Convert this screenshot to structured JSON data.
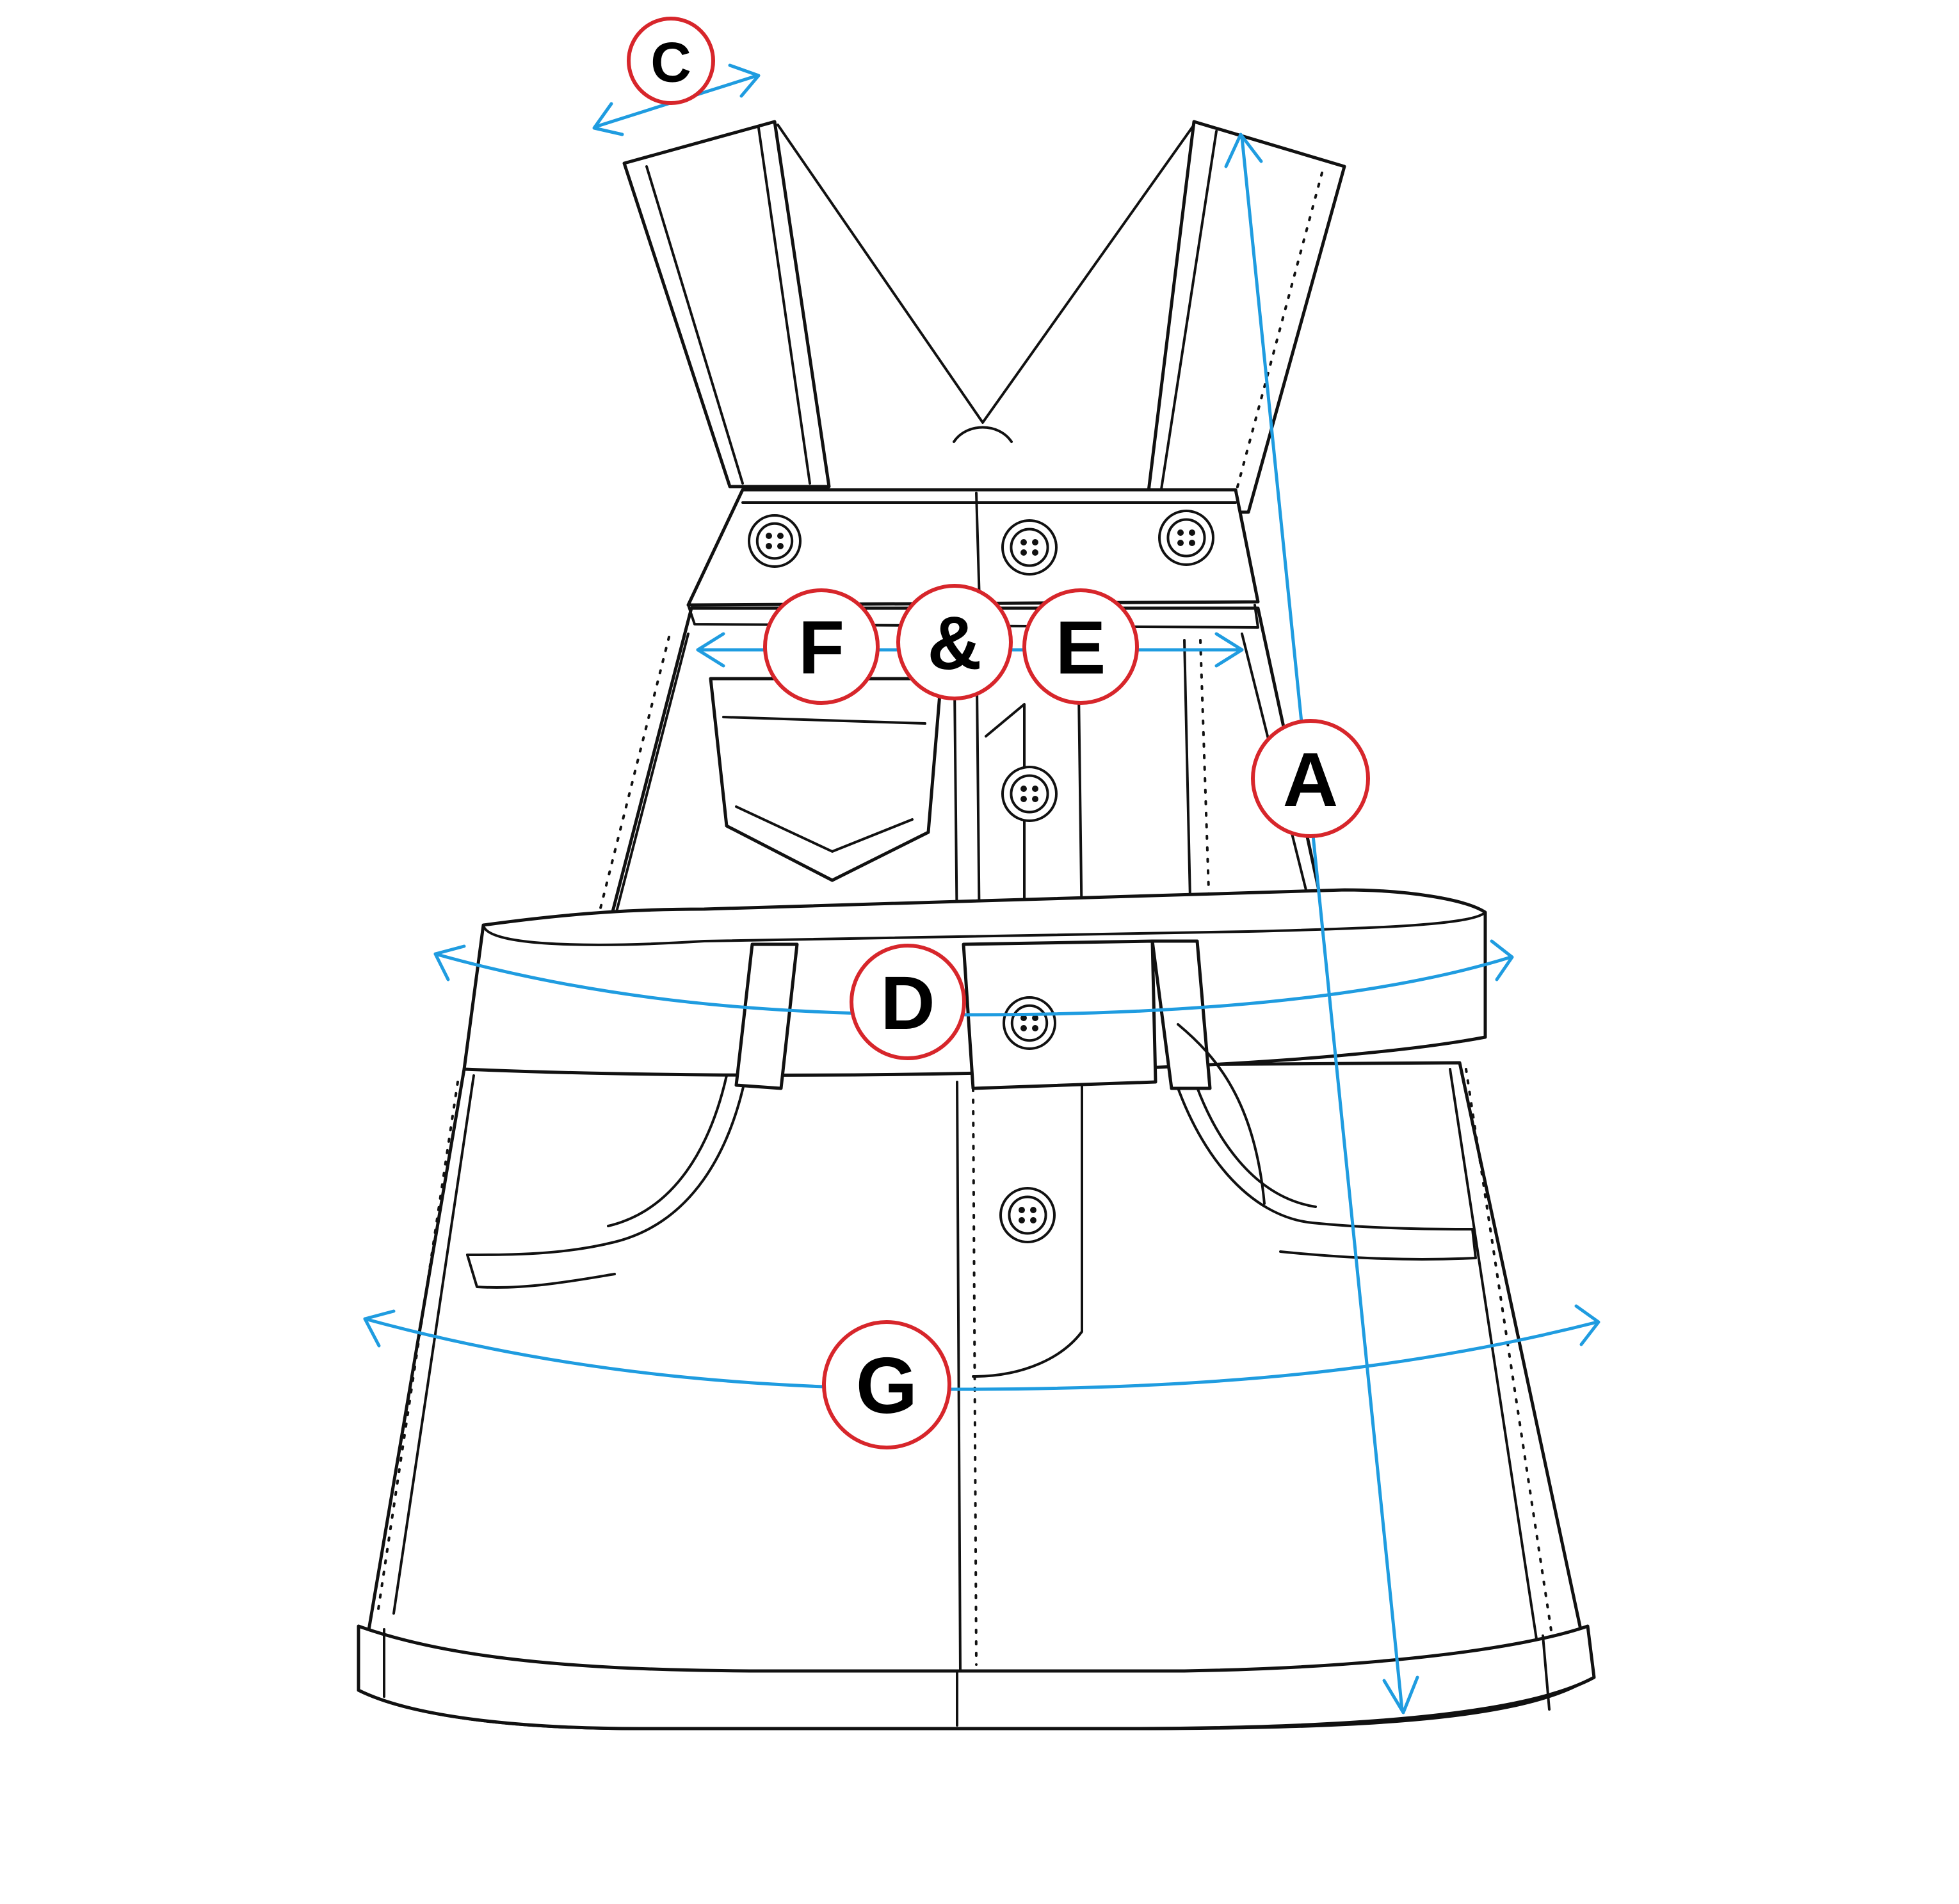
{
  "colors": {
    "measure_line": "#1f9ce0",
    "badge_ring": "#d7262b",
    "outline": "#111111"
  },
  "labels": {
    "a": "A",
    "c": "C",
    "d": "D",
    "f": "F",
    "amp": "&",
    "e": "E",
    "g": "G"
  }
}
